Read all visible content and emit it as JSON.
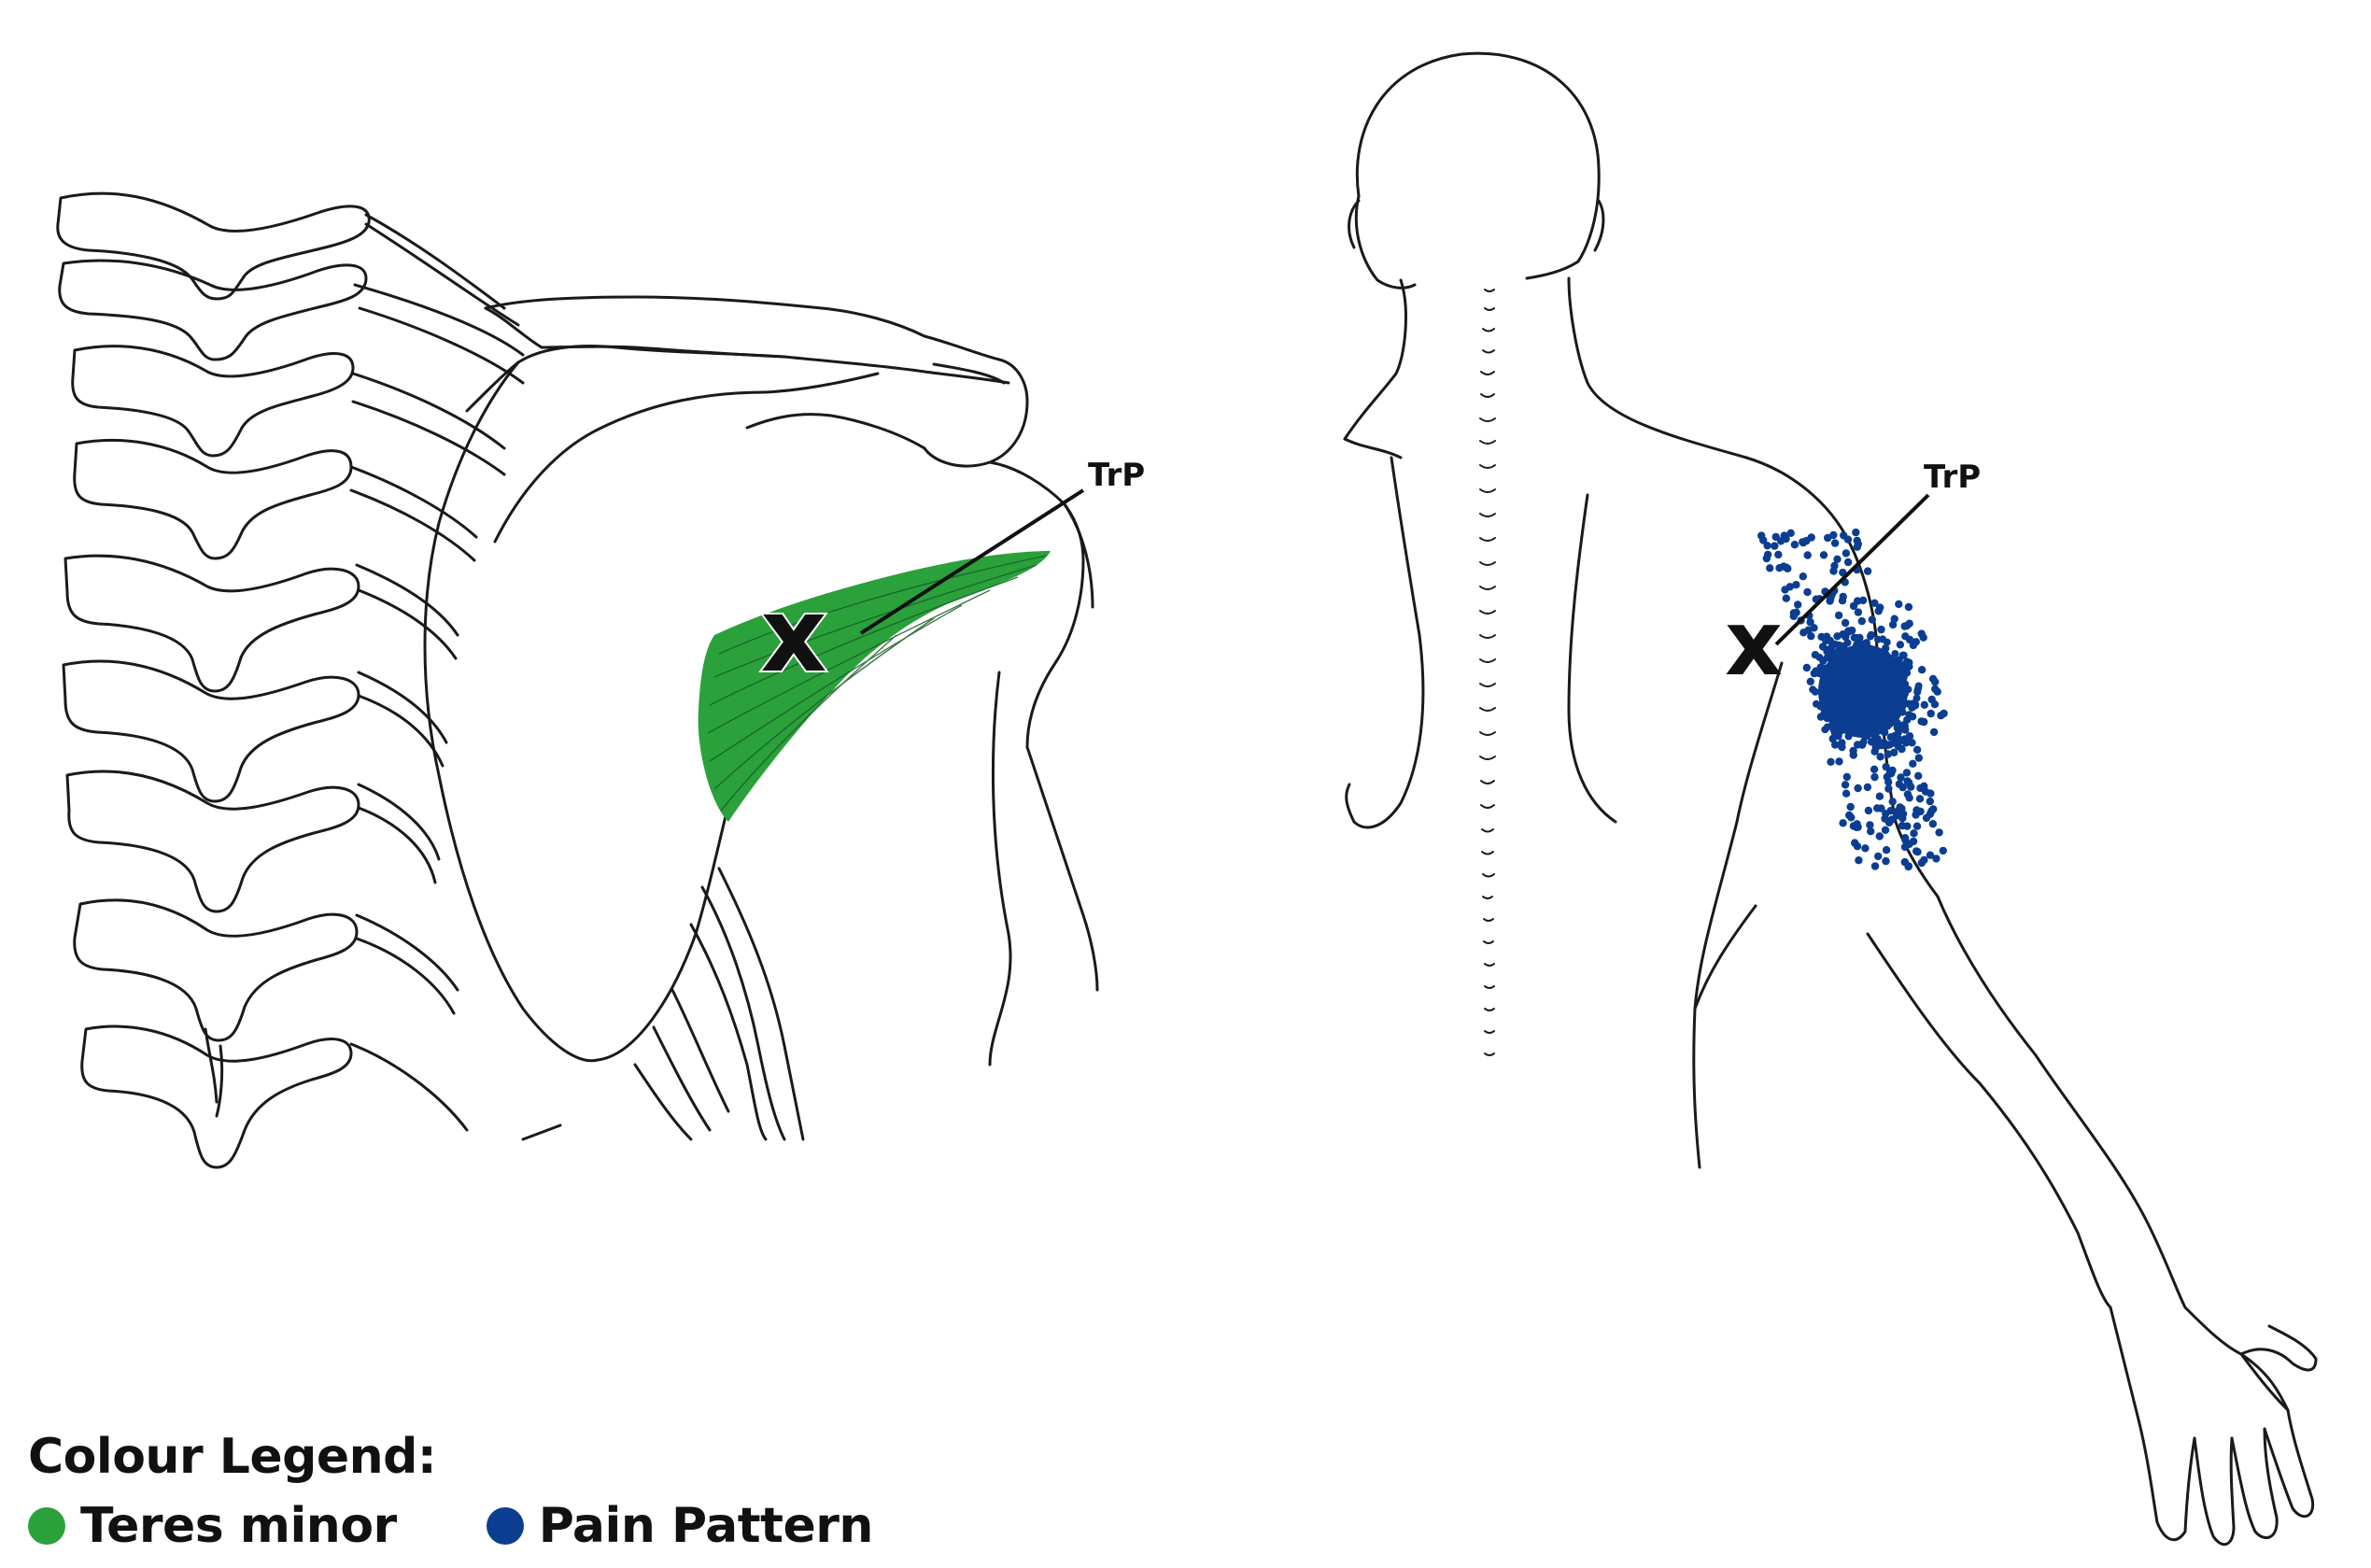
{
  "labels": {
    "left_trp": "TrP",
    "right_trp": "TrP"
  },
  "legend": {
    "title": "Colour Legend:",
    "items": [
      {
        "label": "Teres minor",
        "color": "#2aa13b"
      },
      {
        "label": "Pain Pattern",
        "color": "#0b3d91"
      }
    ]
  },
  "colors": {
    "muscle": "#2aa13b",
    "pain": "#0b3d91",
    "outline": "#1a1a1a"
  }
}
